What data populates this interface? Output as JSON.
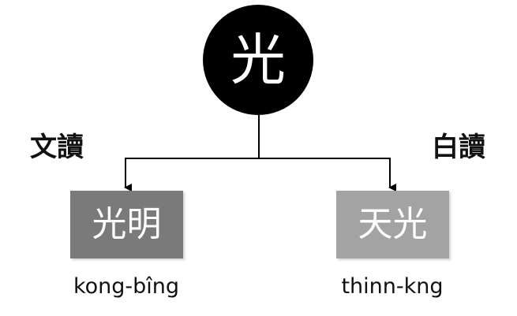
{
  "root": {
    "character": "光",
    "color": "#000000"
  },
  "branches": {
    "left": {
      "reading_type": "文讀",
      "word": "光明",
      "romanization": "kong-bîng",
      "box_color": "#7a7a7a"
    },
    "right": {
      "reading_type": "白讀",
      "word": "天光",
      "romanization": "thinn-kng",
      "box_color": "#a3a3a3"
    }
  },
  "connector_color": "#000000"
}
